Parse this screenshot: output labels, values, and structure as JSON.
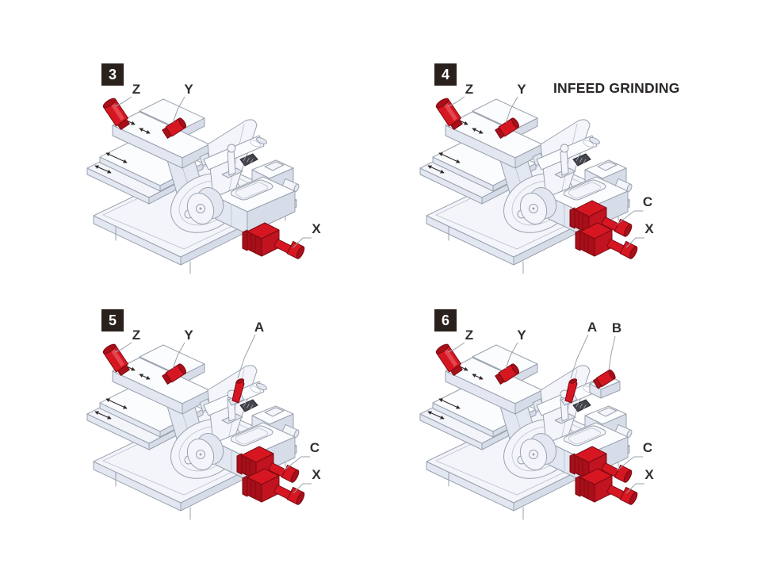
{
  "page": {
    "background": "#ffffff"
  },
  "colors": {
    "badge_bg": "#2a211c",
    "badge_text": "#ffffff",
    "label_text": "#332e2e",
    "title_text": "#2b2626",
    "machine_outline": "#9aa2ae",
    "machine_fill": "#f3f5fa",
    "machine_shade": "#e2e7f1",
    "highlight_red": "#d61722",
    "highlight_red_shade": "#a80f19"
  },
  "panels": [
    {
      "badge": "3",
      "title": "",
      "labels": [
        "Z",
        "Y",
        "X"
      ],
      "red_parts": [
        "Z",
        "Y",
        "X"
      ]
    },
    {
      "badge": "4",
      "title": "INFEED GRINDING",
      "labels": [
        "Z",
        "Y",
        "C",
        "X"
      ],
      "red_parts": [
        "Z",
        "Y",
        "C",
        "X"
      ]
    },
    {
      "badge": "5",
      "title": "",
      "labels": [
        "Z",
        "Y",
        "A",
        "C",
        "X"
      ],
      "red_parts": [
        "Z",
        "Y",
        "A",
        "C",
        "X"
      ]
    },
    {
      "badge": "6",
      "title": "",
      "labels": [
        "Z",
        "Y",
        "A",
        "B",
        "C",
        "X"
      ],
      "red_parts": [
        "Z",
        "Y",
        "A",
        "B",
        "C",
        "X"
      ]
    }
  ]
}
